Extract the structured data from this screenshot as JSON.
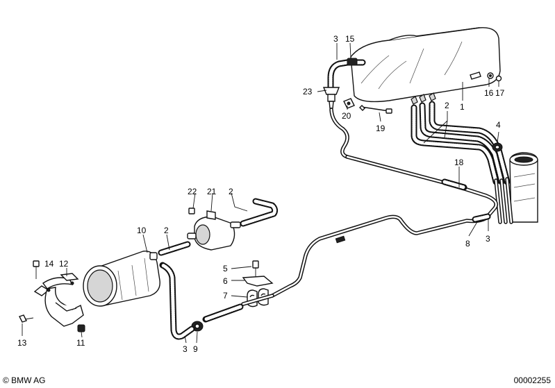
{
  "callouts": {
    "c1": "1",
    "c2a": "2",
    "c2b": "2",
    "c2c": "2",
    "c3a": "3",
    "c3b": "3",
    "c3c": "3",
    "c4": "4",
    "c5": "5",
    "c6": "6",
    "c7": "7",
    "c8": "8",
    "c9": "9",
    "c10": "10",
    "c11": "11",
    "c12": "12",
    "c13": "13",
    "c14": "14",
    "c15": "15",
    "c16": "16",
    "c17": "17",
    "c18": "18",
    "c19": "19",
    "c20": "20",
    "c21": "21",
    "c22": "22",
    "c23": "23"
  },
  "footer": {
    "copyright": "© BMW AG",
    "diagram_id": "00002255"
  },
  "colors": {
    "ink": "#111111",
    "paper": "#ffffff",
    "shade": "#d6d6d6"
  }
}
